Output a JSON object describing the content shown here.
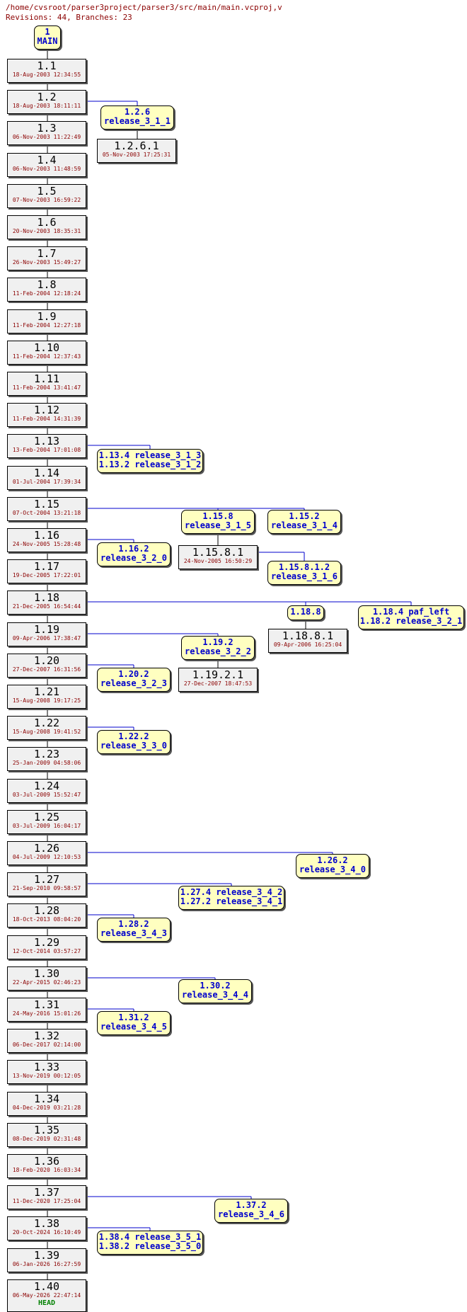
{
  "header": {
    "path": "/home/cvsroot/parser3project/parser3/src/main/main.vcproj,v",
    "stats": "Revisions: 44, Branches: 23"
  },
  "root": {
    "line1": "1",
    "line2": "MAIN"
  },
  "trunk": [
    {
      "rev": "1.1",
      "date": "18-Aug-2003 12:34:55"
    },
    {
      "rev": "1.2",
      "date": "18-Aug-2003 18:11:11"
    },
    {
      "rev": "1.3",
      "date": "06-Nov-2003 11:22:49"
    },
    {
      "rev": "1.4",
      "date": "06-Nov-2003 11:48:59"
    },
    {
      "rev": "1.5",
      "date": "07-Nov-2003 16:59:22"
    },
    {
      "rev": "1.6",
      "date": "20-Nov-2003 18:35:31"
    },
    {
      "rev": "1.7",
      "date": "26-Nov-2003 15:49:27"
    },
    {
      "rev": "1.8",
      "date": "11-Feb-2004 12:18:24"
    },
    {
      "rev": "1.9",
      "date": "11-Feb-2004 12:27:18"
    },
    {
      "rev": "1.10",
      "date": "11-Feb-2004 12:37:43"
    },
    {
      "rev": "1.11",
      "date": "11-Feb-2004 13:41:47"
    },
    {
      "rev": "1.12",
      "date": "11-Feb-2004 14:31:39"
    },
    {
      "rev": "1.13",
      "date": "13-Feb-2004 17:01:08"
    },
    {
      "rev": "1.14",
      "date": "01-Jul-2004 17:39:34"
    },
    {
      "rev": "1.15",
      "date": "07-Oct-2004 13:21:18"
    },
    {
      "rev": "1.16",
      "date": "24-Nov-2005 15:28:48"
    },
    {
      "rev": "1.17",
      "date": "19-Dec-2005 17:22:01"
    },
    {
      "rev": "1.18",
      "date": "21-Dec-2005 16:54:44"
    },
    {
      "rev": "1.19",
      "date": "09-Apr-2006 17:38:47"
    },
    {
      "rev": "1.20",
      "date": "27-Dec-2007 16:31:56"
    },
    {
      "rev": "1.21",
      "date": "15-Aug-2008 19:17:25"
    },
    {
      "rev": "1.22",
      "date": "15-Aug-2008 19:41:52"
    },
    {
      "rev": "1.23",
      "date": "25-Jan-2009 04:58:06"
    },
    {
      "rev": "1.24",
      "date": "03-Jul-2009 15:52:47"
    },
    {
      "rev": "1.25",
      "date": "03-Jul-2009 16:04:17"
    },
    {
      "rev": "1.26",
      "date": "04-Jul-2009 12:10:53"
    },
    {
      "rev": "1.27",
      "date": "21-Sep-2010 09:58:57"
    },
    {
      "rev": "1.28",
      "date": "18-Oct-2013 08:04:20"
    },
    {
      "rev": "1.29",
      "date": "12-Oct-2014 03:57:27"
    },
    {
      "rev": "1.30",
      "date": "22-Apr-2015 02:46:23"
    },
    {
      "rev": "1.31",
      "date": "24-May-2016 15:01:26"
    },
    {
      "rev": "1.32",
      "date": "06-Dec-2017 02:14:00"
    },
    {
      "rev": "1.33",
      "date": "13-Nov-2019 00:12:05"
    },
    {
      "rev": "1.34",
      "date": "04-Dec-2019 03:21:28"
    },
    {
      "rev": "1.35",
      "date": "08-Dec-2019 02:31:48"
    },
    {
      "rev": "1.36",
      "date": "18-Feb-2020 16:03:34"
    },
    {
      "rev": "1.37",
      "date": "11-Dec-2020 17:25:04"
    },
    {
      "rev": "1.38",
      "date": "20-Oct-2024 16:10:49"
    },
    {
      "rev": "1.39",
      "date": "06-Jan-2026 16:27:59"
    },
    {
      "rev": "1.40",
      "date": "06-May-2026 22:47:14",
      "tag": "HEAD"
    }
  ],
  "branches": [
    {
      "lines": [
        "1.2.6",
        "release_3_1_1"
      ]
    },
    {
      "lines": [
        "1.13.4 release_3_1_3",
        "1.13.2 release_3_1_2"
      ]
    },
    {
      "lines": [
        "1.15.8",
        "release_3_1_5"
      ]
    },
    {
      "lines": [
        "1.15.2",
        "release_3_1_4"
      ]
    },
    {
      "lines": [
        "1.16.2",
        "release_3_2_0"
      ]
    },
    {
      "lines": [
        "1.15.8.1.2",
        "release_3_1_6"
      ]
    },
    {
      "lines": [
        "1.18.8"
      ]
    },
    {
      "lines": [
        "1.18.4 paf_left",
        "1.18.2 release_3_2_1"
      ]
    },
    {
      "lines": [
        "1.19.2",
        "release_3_2_2"
      ]
    },
    {
      "lines": [
        "1.20.2",
        "release_3_2_3"
      ]
    },
    {
      "lines": [
        "1.22.2",
        "release_3_3_0"
      ]
    },
    {
      "lines": [
        "1.26.2",
        "release_3_4_0"
      ]
    },
    {
      "lines": [
        "1.27.4 release_3_4_2",
        "1.27.2 release_3_4_1"
      ]
    },
    {
      "lines": [
        "1.28.2",
        "release_3_4_3"
      ]
    },
    {
      "lines": [
        "1.30.2",
        "release_3_4_4"
      ]
    },
    {
      "lines": [
        "1.31.2",
        "release_3_4_5"
      ]
    },
    {
      "lines": [
        "1.37.2",
        "release_3_4_6"
      ]
    },
    {
      "lines": [
        "1.38.4 release_3_5_1",
        "1.38.2 release_3_5_0"
      ]
    }
  ],
  "branch_revs": [
    {
      "rev": "1.2.6.1",
      "date": "05-Nov-2003 17:25:31"
    },
    {
      "rev": "1.15.8.1",
      "date": "24-Nov-2005 16:50:29"
    },
    {
      "rev": "1.18.8.1",
      "date": "09-Apr-2006 16:25:04"
    },
    {
      "rev": "1.19.2.1",
      "date": "27-Dec-2007 18:47:53"
    }
  ]
}
